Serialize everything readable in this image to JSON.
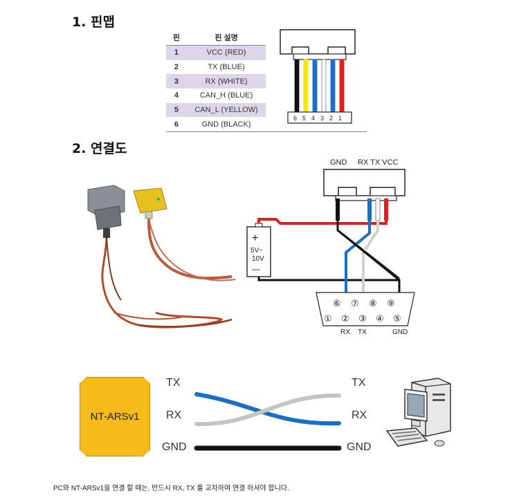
{
  "section1": {
    "title": "1. 핀맵"
  },
  "pin_table": {
    "headers": [
      "핀",
      "핀 설명"
    ],
    "rows": [
      {
        "pin": "1",
        "desc": "VCC (RED)"
      },
      {
        "pin": "2",
        "desc": "TX (BLUE)"
      },
      {
        "pin": "3",
        "desc": "RX (WHITE)"
      },
      {
        "pin": "4",
        "desc": "CAN_H (BLUE)"
      },
      {
        "pin": "5",
        "desc": "CAN_L (YELLOW)"
      },
      {
        "pin": "6",
        "desc": "GND (BLACK)"
      }
    ]
  },
  "connector_numbers": [
    "6",
    "5",
    "4",
    "3",
    "2",
    "1"
  ],
  "wire_colors": [
    "#111111",
    "#f5e800",
    "#1a6fc4",
    "#ffffff",
    "#1a6fc4",
    "#e02020"
  ],
  "section2": {
    "title": "2. 연결도"
  },
  "diagram": {
    "connector_labels": {
      "gnd": "GND",
      "rx_tx_vcc": "RX TX VCC"
    },
    "battery": {
      "plus": "+",
      "voltage": "5V~\n10V",
      "minus": "—"
    },
    "db9_top_pins": [
      "⑥",
      "⑦",
      "⑧",
      "⑨"
    ],
    "db9_bottom_pins": [
      "①",
      "②",
      "③",
      "④",
      "⑤"
    ],
    "db9_labels": {
      "rx": "RX",
      "tx": "TX",
      "gnd": "GND"
    }
  },
  "crossover": {
    "device_label": "NT-ARSv1",
    "left": {
      "tx": "TX",
      "rx": "RX",
      "gnd": "GND"
    },
    "right": {
      "tx": "TX",
      "rx": "RX",
      "gnd": "GND"
    }
  },
  "note": "PC와 NT-ARSv1을 연결 할 때는, 반드시 RX, TX 를 교차하여 연결 하셔야 합니다.",
  "colors": {
    "table_shade": "#dcd6e8",
    "device_fill": "#f6ba1a",
    "blue_wire": "#1a6fc4",
    "red_wire": "#e02020",
    "grey_wire": "#bdbdbd"
  }
}
